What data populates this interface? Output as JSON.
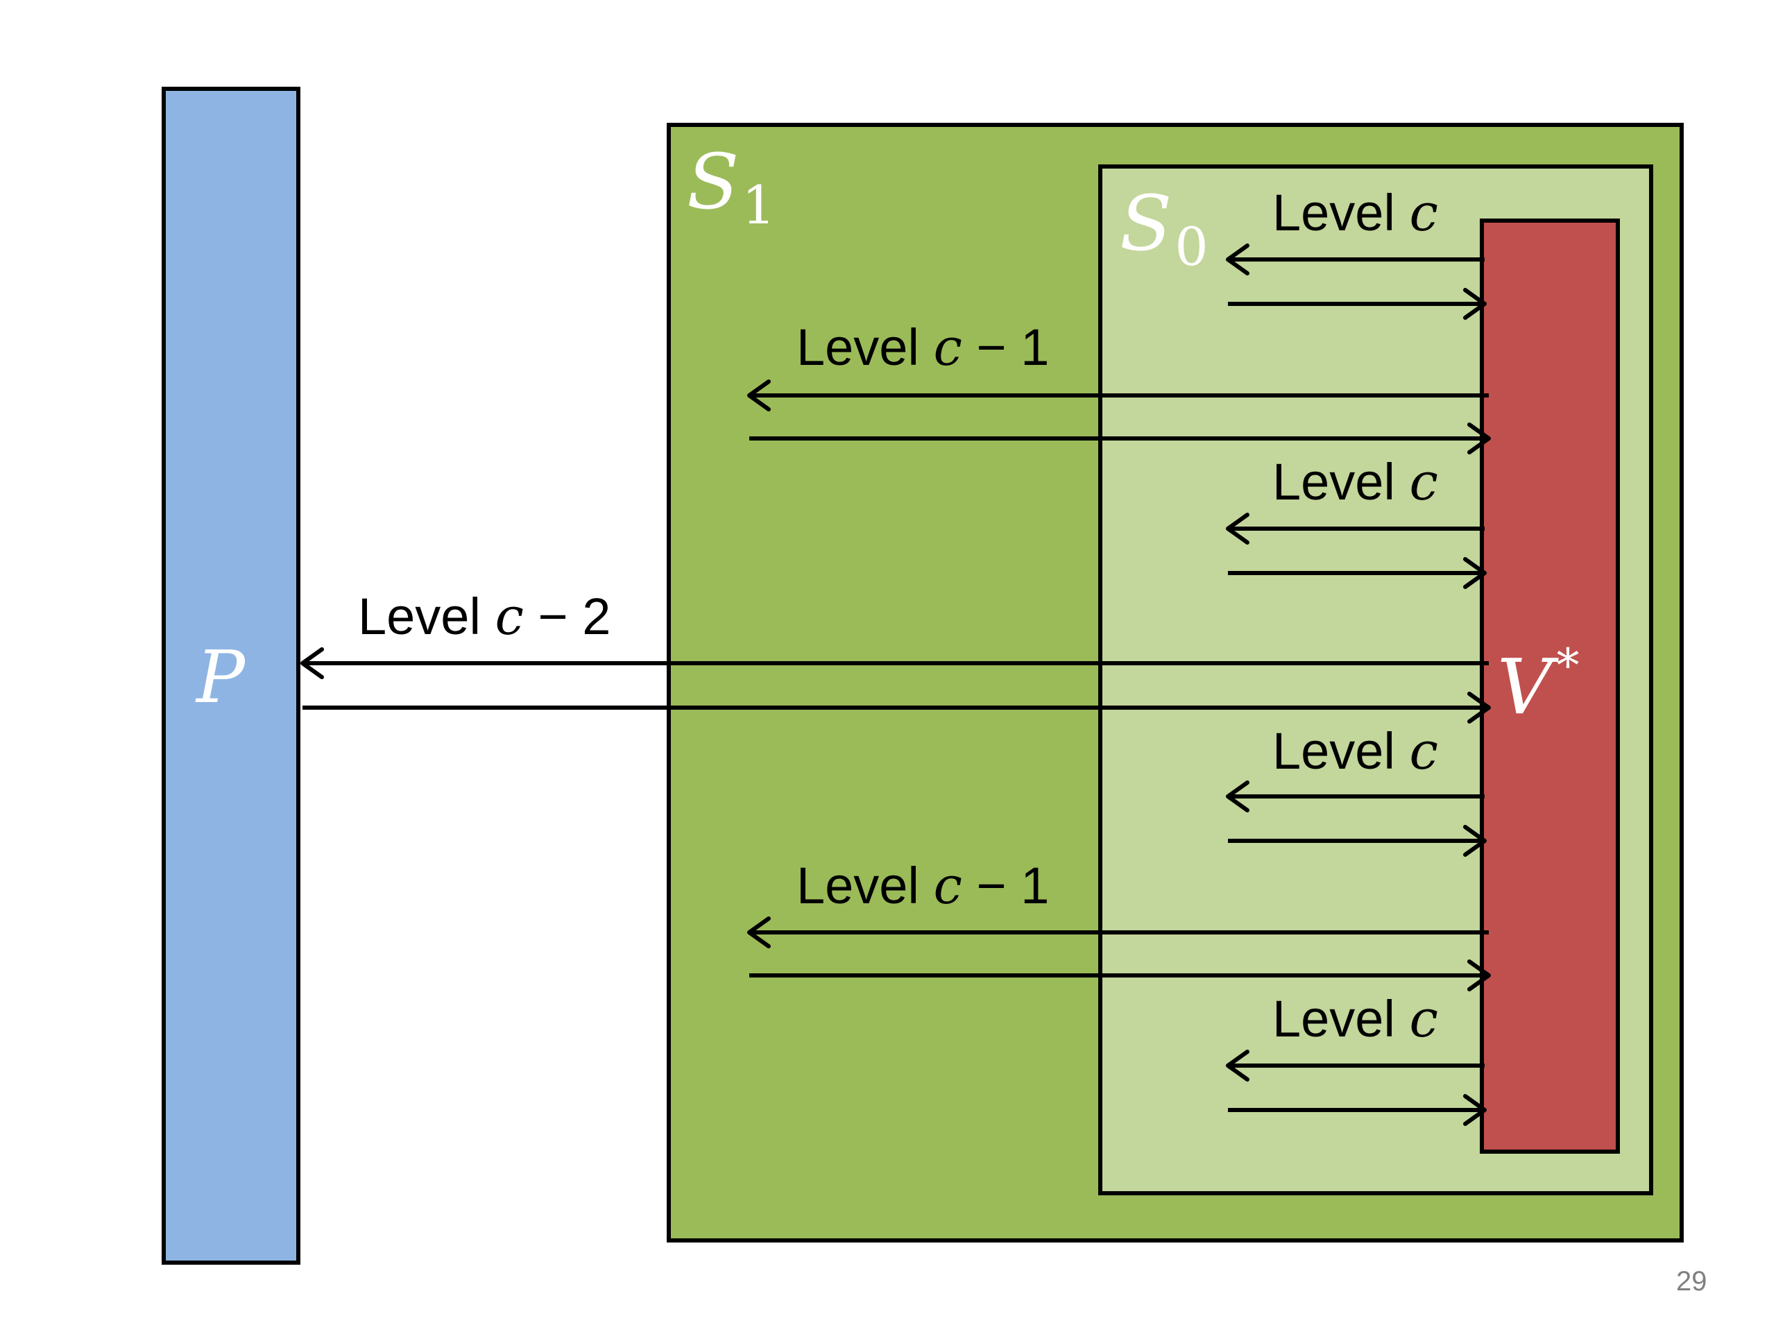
{
  "colors": {
    "prover": "#8EB4E3",
    "outer_sim": "#9BBB59",
    "inner_sim": "#C3D69B",
    "verifier": "#C0504D"
  },
  "prover_label": "P",
  "verifier": {
    "letter": "V",
    "sup": "*"
  },
  "outer_sim": {
    "letter": "S",
    "sub": "1"
  },
  "inner_sim": {
    "letter": "S",
    "sub": "0"
  },
  "levels": [
    {
      "word": "Level",
      "var": "c",
      "suffix": ""
    },
    {
      "word": "Level",
      "var": "c",
      "suffix": " − 1"
    },
    {
      "word": "Level",
      "var": "c",
      "suffix": ""
    },
    {
      "word": "Level",
      "var": "c",
      "suffix": " − 2"
    },
    {
      "word": "Level",
      "var": "c",
      "suffix": ""
    },
    {
      "word": "Level",
      "var": "c",
      "suffix": " − 1"
    },
    {
      "word": "Level",
      "var": "c",
      "suffix": ""
    }
  ],
  "page_number": "29"
}
